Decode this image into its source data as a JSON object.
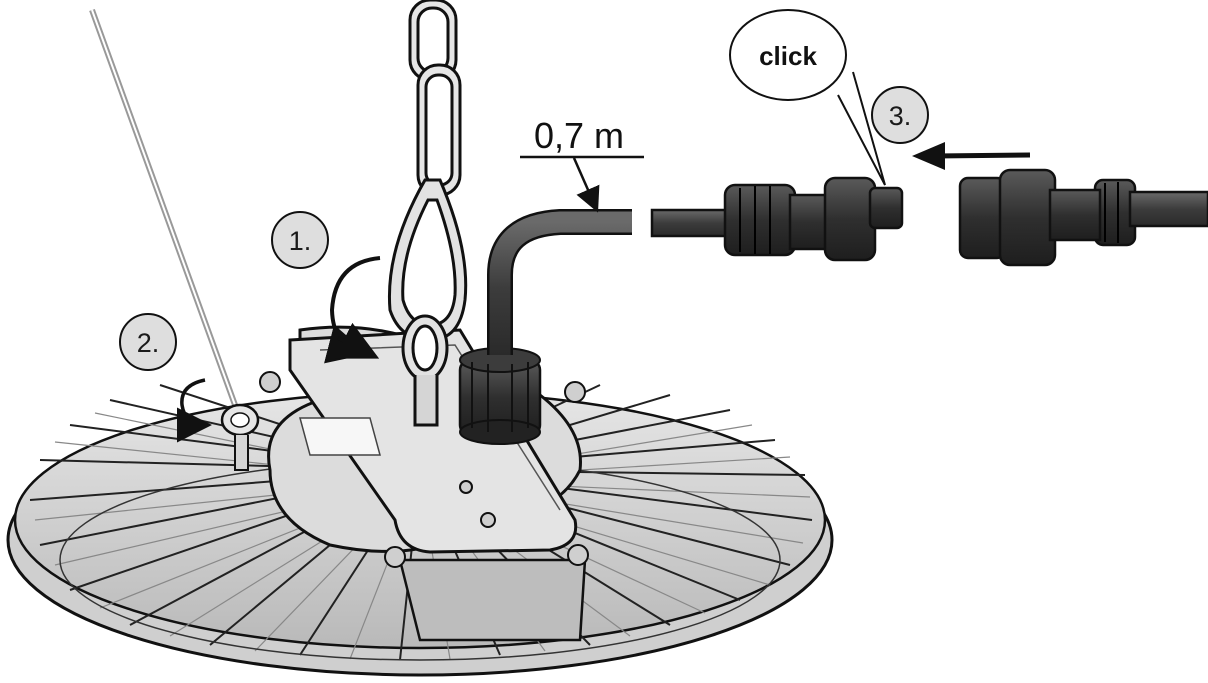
{
  "labels": {
    "step1": "1.",
    "step2": "2.",
    "step3": "3.",
    "cable_length": "0,7 m",
    "callout": "click"
  },
  "colors": {
    "ink": "#111111",
    "body_fill": "#d8d8d8",
    "body_dark": "#b5b5b5",
    "cable": "#4a4a4a",
    "connector": "#3a3a3a",
    "badge_fill": "#dedede"
  }
}
